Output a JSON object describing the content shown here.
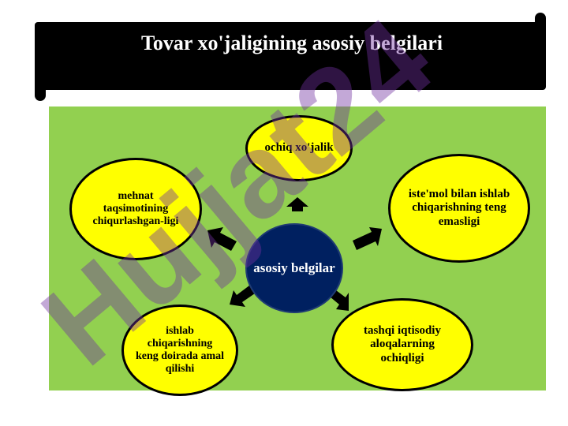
{
  "title": "Tovar xo'jaligining asosiy belgilari",
  "center": {
    "label": "asosiy belgilar"
  },
  "nodes": [
    {
      "label": "ochiq xo'jalik"
    },
    {
      "label": "mehnat taqsimotining chiqurlashgan-ligi"
    },
    {
      "label": "iste'mol bilan ishlab chiqarishning teng emasligi"
    },
    {
      "label": "ishlab chiqarishning keng doirada amal qilishi"
    },
    {
      "label": "tashqi iqtisodiy aloqalarning ochiqligi"
    }
  ],
  "watermark": {
    "text": "Hujjat24"
  },
  "colors": {
    "banner": "#000000",
    "panel": "#92d050",
    "ellipse": "#ffff00",
    "center": "#002060",
    "watermark": "#7030a0"
  }
}
